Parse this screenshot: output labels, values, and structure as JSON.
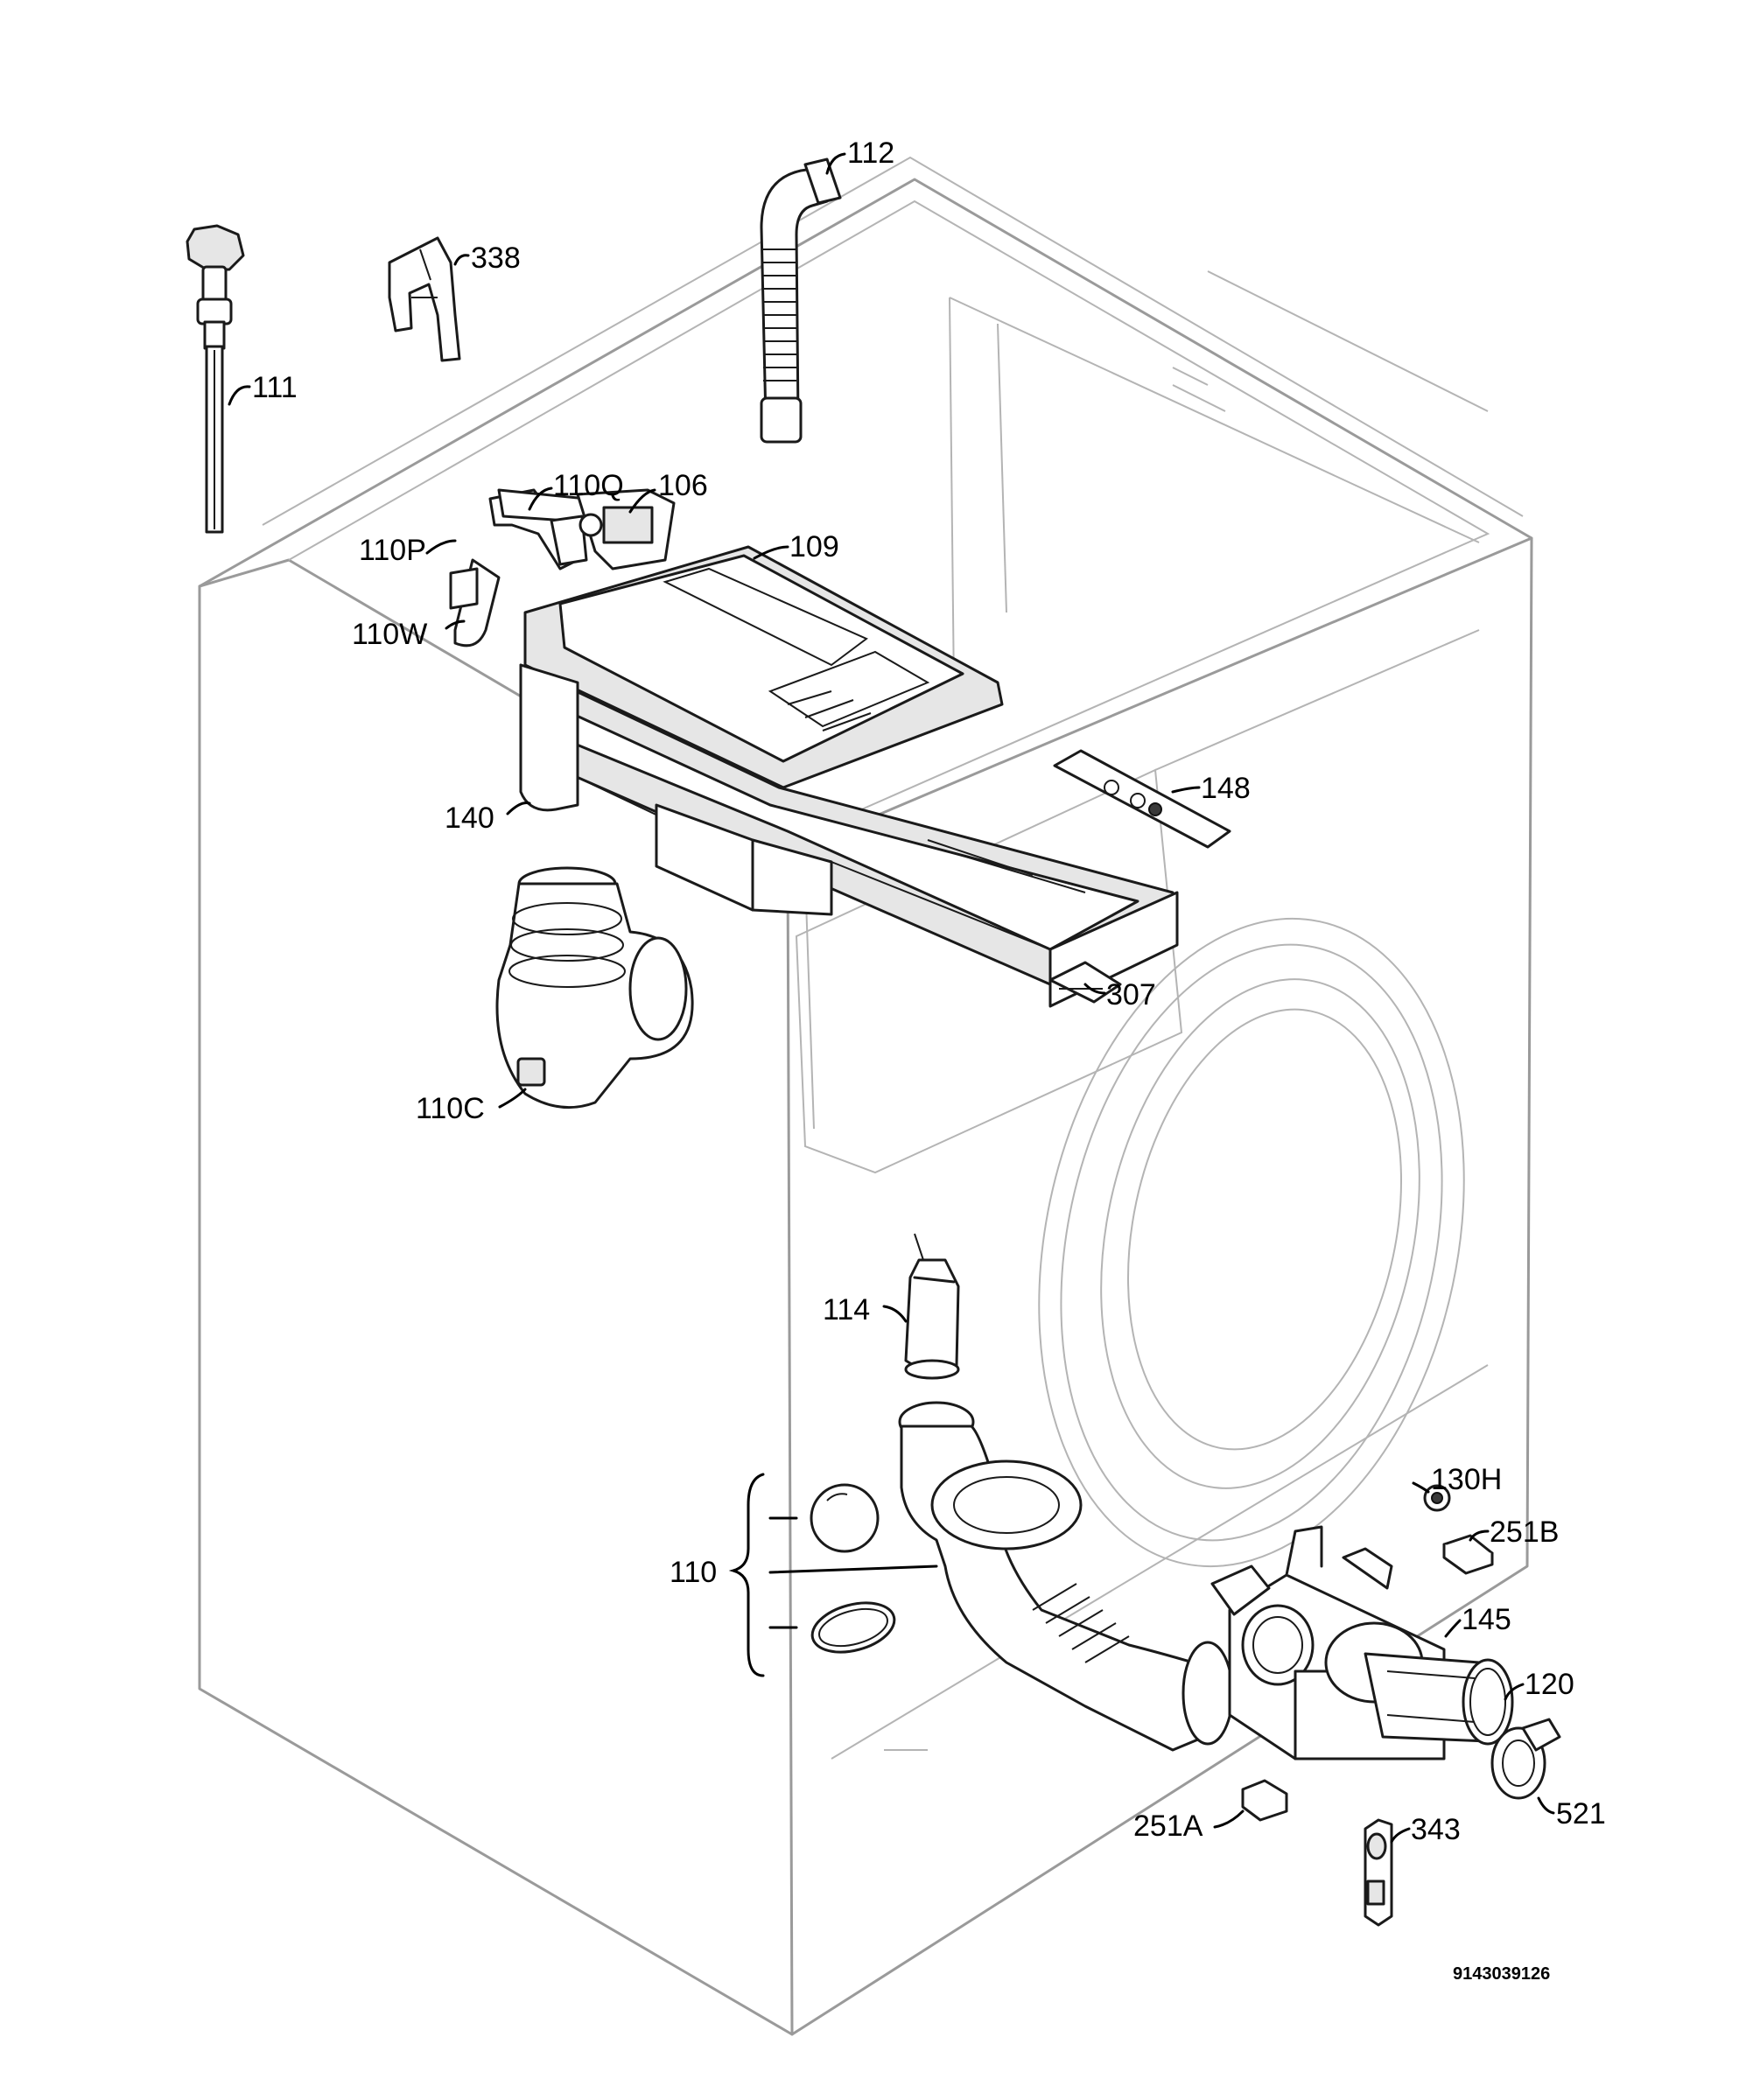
{
  "callouts": {
    "c111": "111",
    "c338": "338",
    "c112": "112",
    "c110Q": "110Q",
    "c106": "106",
    "c110P": "110P",
    "c109": "109",
    "c110W": "110W",
    "c140": "140",
    "c148": "148",
    "c307": "307",
    "c110C": "110C",
    "c114": "114",
    "c110": "110",
    "c130H": "130H",
    "c251B": "251B",
    "c145": "145",
    "c120": "120",
    "c521": "521",
    "c251A": "251A",
    "c343": "343"
  },
  "drawing_number": "9143039126"
}
